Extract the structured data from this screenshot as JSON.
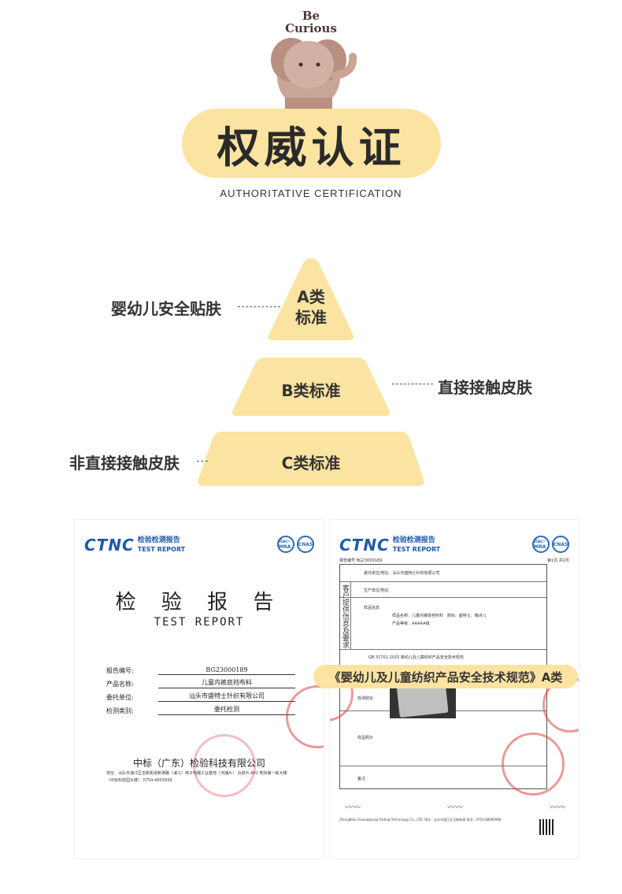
{
  "header": {
    "mascot_text": "Be Curious",
    "title": "权威认证",
    "subtitle": "AUTHORITATIVE CERTIFICATION"
  },
  "pyramid": {
    "tiers": [
      {
        "label": "A类\n标准",
        "side_label": "婴幼儿安全贴肤"
      },
      {
        "label": "B类标准",
        "side_label": "直接接触皮肤"
      },
      {
        "label": "C类标准",
        "side_label": "非直接接触皮肤"
      }
    ]
  },
  "colors": {
    "accent": "#fbe3a1",
    "brand_blue": "#1f5aa6",
    "stamp_red": "#dc4646"
  },
  "report_left": {
    "logo": "CTNC",
    "logo_cn": "检验检测报告",
    "logo_en": "TEST REPORT",
    "badge1": "ilac-MRA",
    "badge2": "CNAS",
    "title": "检 验 报 告",
    "title_en": "TEST REPORT",
    "fields": [
      {
        "k": "报告编号:",
        "v": "BG23000189"
      },
      {
        "k": "产品名称:",
        "v": "儿童内裤底裆布料"
      },
      {
        "k": "委托单位:",
        "v": "汕头市盛特士针织有限公司"
      },
      {
        "k": "检测类别:",
        "v": "委托检测"
      }
    ],
    "company": "中标（广东）检验科技有限公司",
    "addr": "地址：汕头市濠江区玉新街道新津路（濠江）电子电器工业基地（河浦片） 台前片 A01 地块第一栋大楼 （中标科技园大楼）",
    "phone": "0754-4003939"
  },
  "report_right": {
    "report_no": "报告编号 BG23000189",
    "page": "第1页 共2页",
    "client_label": "委托单位/地址",
    "client": "汕头市盛特士针织有限公司",
    "producer_label": "生产单位/地址",
    "side_col": "客户提供信息及要求",
    "sample_label": "样品信息",
    "sample_name": "样品名称：儿童内裤底裆布料",
    "brand": "商标：盛特士、萌点儿",
    "grade": "产品等级：AAAAA级",
    "standard": "GB 31701-2015 婴幼儿及儿童纺织产品安全技术规范",
    "conclusion_label": "检测结论",
    "photo_label": "样品照片",
    "remark_label": "备注",
    "banner": "《婴幼儿及儿童纺织产品安全技术规范》A类",
    "addr": "ZhongBiao (Guangdong) Testing Technology Co., LTD. 地址：汕头市濠江区玉新街道 电话：0754-88090968"
  }
}
